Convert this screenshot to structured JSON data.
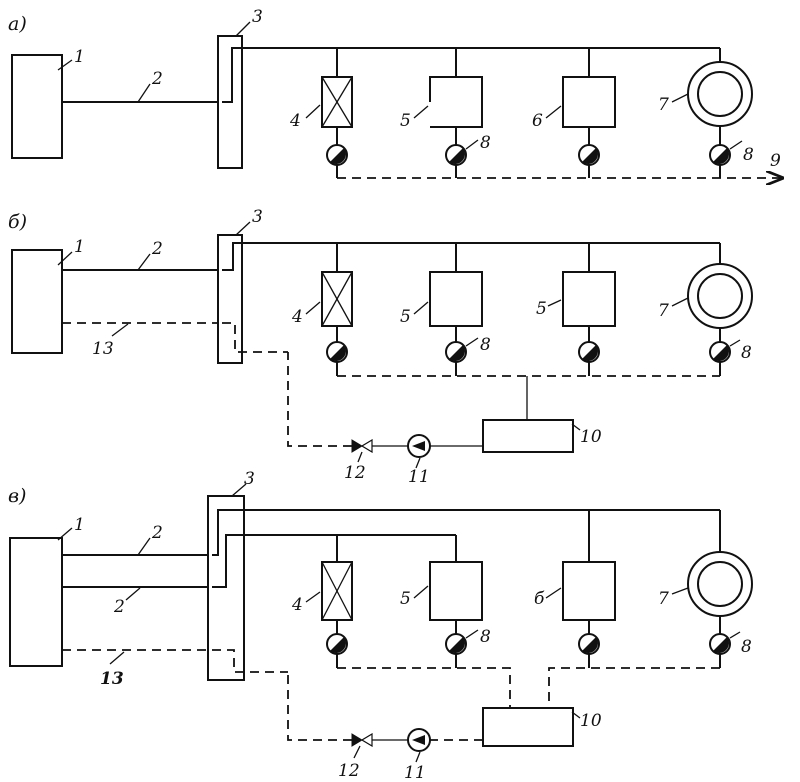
{
  "diagram": {
    "sections": [
      {
        "label": "а)",
        "labels": {
          "engine": "1",
          "shaft": "2",
          "hub": "3",
          "heater": "4",
          "unit5": "5",
          "unit6": "6",
          "ring": "7",
          "valve_right": "8",
          "valve_mid": "8",
          "outlet": "9"
        }
      },
      {
        "label": "б)",
        "labels": {
          "engine": "1",
          "shaft": "2",
          "hub": "3",
          "heater": "4",
          "unit5": "5",
          "unit6": "5",
          "ring": "7",
          "valve_right": "8",
          "valve_mid": "8",
          "tank": "10",
          "pump": "11",
          "check_valve": "12",
          "return_line": "13"
        }
      },
      {
        "label": "в)",
        "labels": {
          "engine": "1",
          "shaft_upper": "2",
          "shaft_lower": "2",
          "hub": "3",
          "heater": "4",
          "unit5": "5",
          "unit6": "б",
          "ring": "7",
          "valve_right": "8",
          "valve_mid": "8",
          "tank": "10",
          "pump": "11",
          "check_valve": "12",
          "return_line": "13"
        }
      }
    ]
  }
}
